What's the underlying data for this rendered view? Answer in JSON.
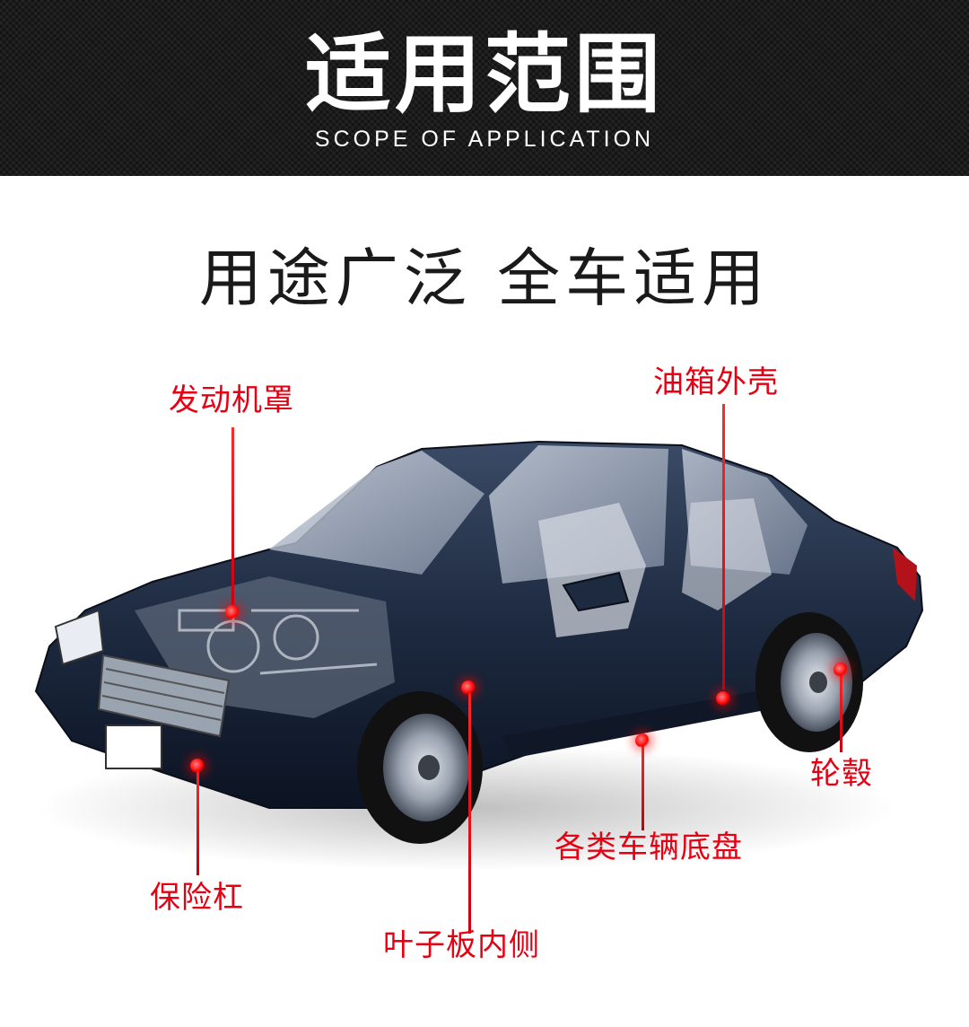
{
  "header": {
    "title": "适用范围",
    "subtitle": "SCOPE OF APPLICATION"
  },
  "headline": "用途广泛 全车适用",
  "labels": {
    "hood": "发动机罩",
    "fuel_tank": "油箱外壳",
    "wheel_hub": "轮毂",
    "chassis": "各类车辆底盘",
    "bumper": "保险杠",
    "fender_inner": "叶子板内侧"
  },
  "colors": {
    "header_bg": "#1b1b1b",
    "label_red": "#e60012",
    "car_body": "#1d2a40"
  }
}
